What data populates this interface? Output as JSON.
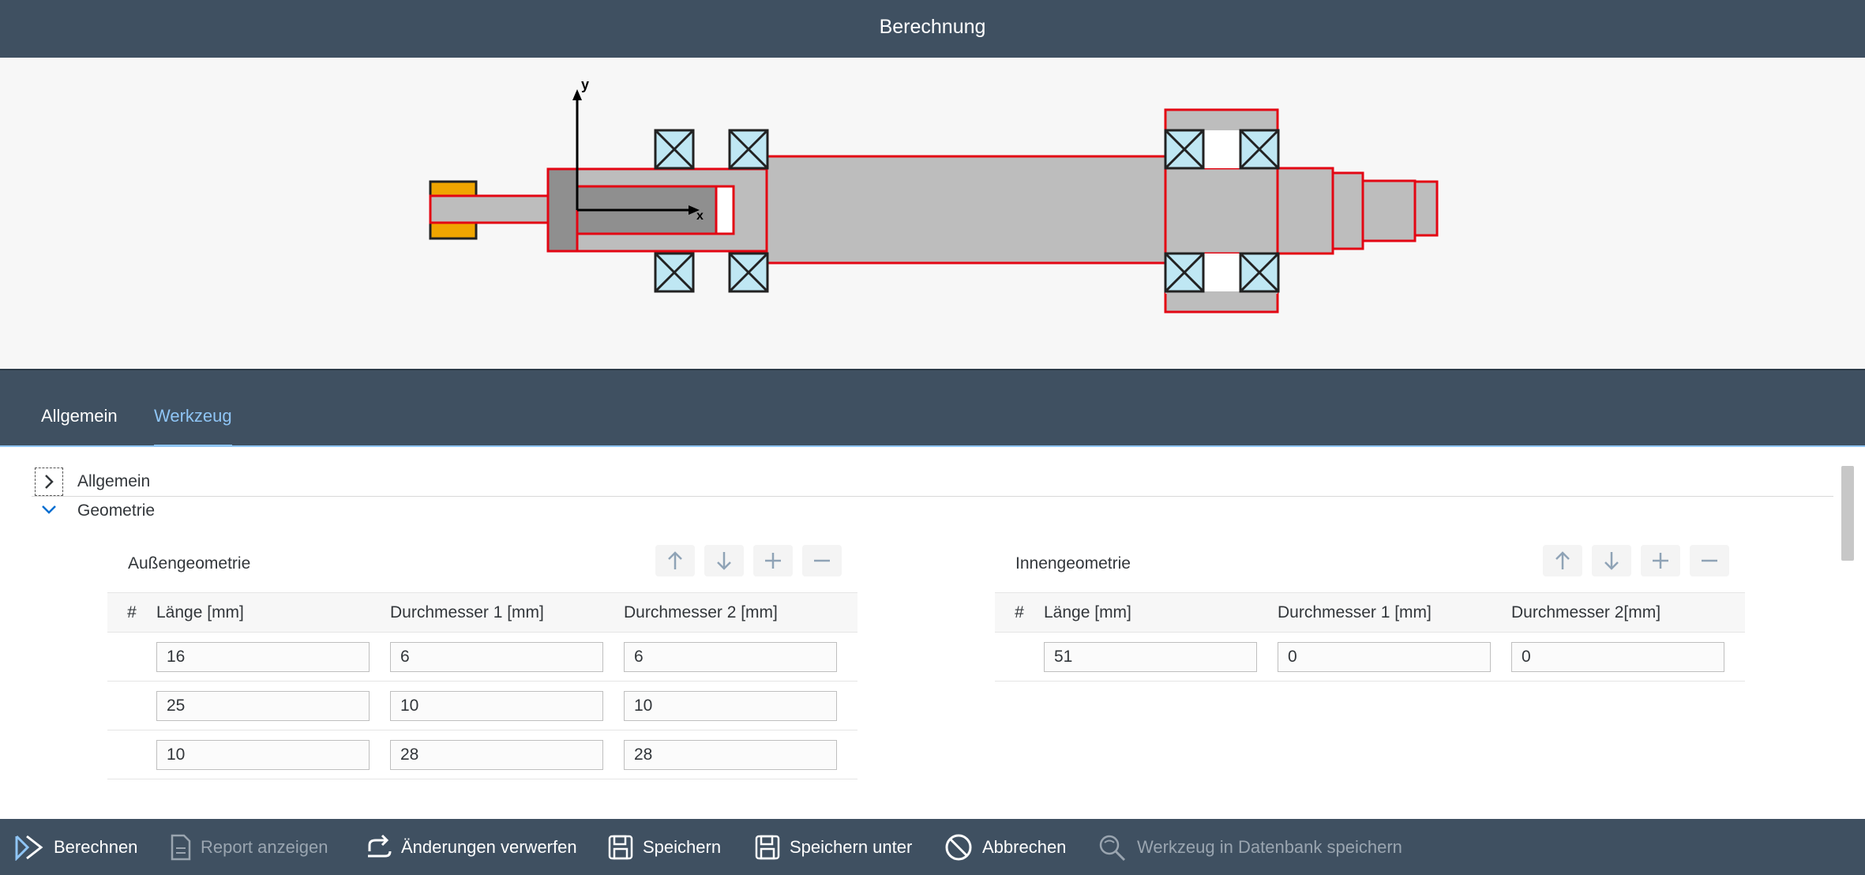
{
  "window": {
    "title": "Berechnung"
  },
  "diagram": {
    "axis_x": "x",
    "axis_y": "y"
  },
  "tabs": [
    {
      "label": "Allgemein",
      "active": false
    },
    {
      "label": "Werkzeug",
      "active": true
    }
  ],
  "panels": {
    "allgemein": "Allgemein",
    "geometrie": "Geometrie"
  },
  "outer_geometry": {
    "title": "Außengeometrie",
    "columns": [
      "#",
      "Länge [mm]",
      "Durchmesser 1 [mm]",
      "Durchmesser 2 [mm]"
    ],
    "rows": [
      {
        "length": "16",
        "d1": "6",
        "d2": "6"
      },
      {
        "length": "25",
        "d1": "10",
        "d2": "10"
      },
      {
        "length": "10",
        "d1": "28",
        "d2": "28"
      }
    ]
  },
  "inner_geometry": {
    "title": "Innengeometrie",
    "columns": [
      "#",
      "Länge [mm]",
      "Durchmesser 1 [mm]",
      "Durchmesser 2[mm]"
    ],
    "rows": [
      {
        "length": "51",
        "d1": "0",
        "d2": "0"
      }
    ]
  },
  "footer": {
    "calculate": "Berechnen",
    "report": "Report anzeigen",
    "discard": "Änderungen verwerfen",
    "save": "Speichern",
    "save_as": "Speichern unter",
    "cancel": "Abbrechen",
    "save_db": "Werkzeug in Datenbank speichern"
  },
  "colors": {
    "header_bg": "#3f5061",
    "accent": "#8fc5f5",
    "outline_red": "#e30613",
    "tool_orange": "#f0a500",
    "bearing_blue": "#bfe7f3"
  }
}
